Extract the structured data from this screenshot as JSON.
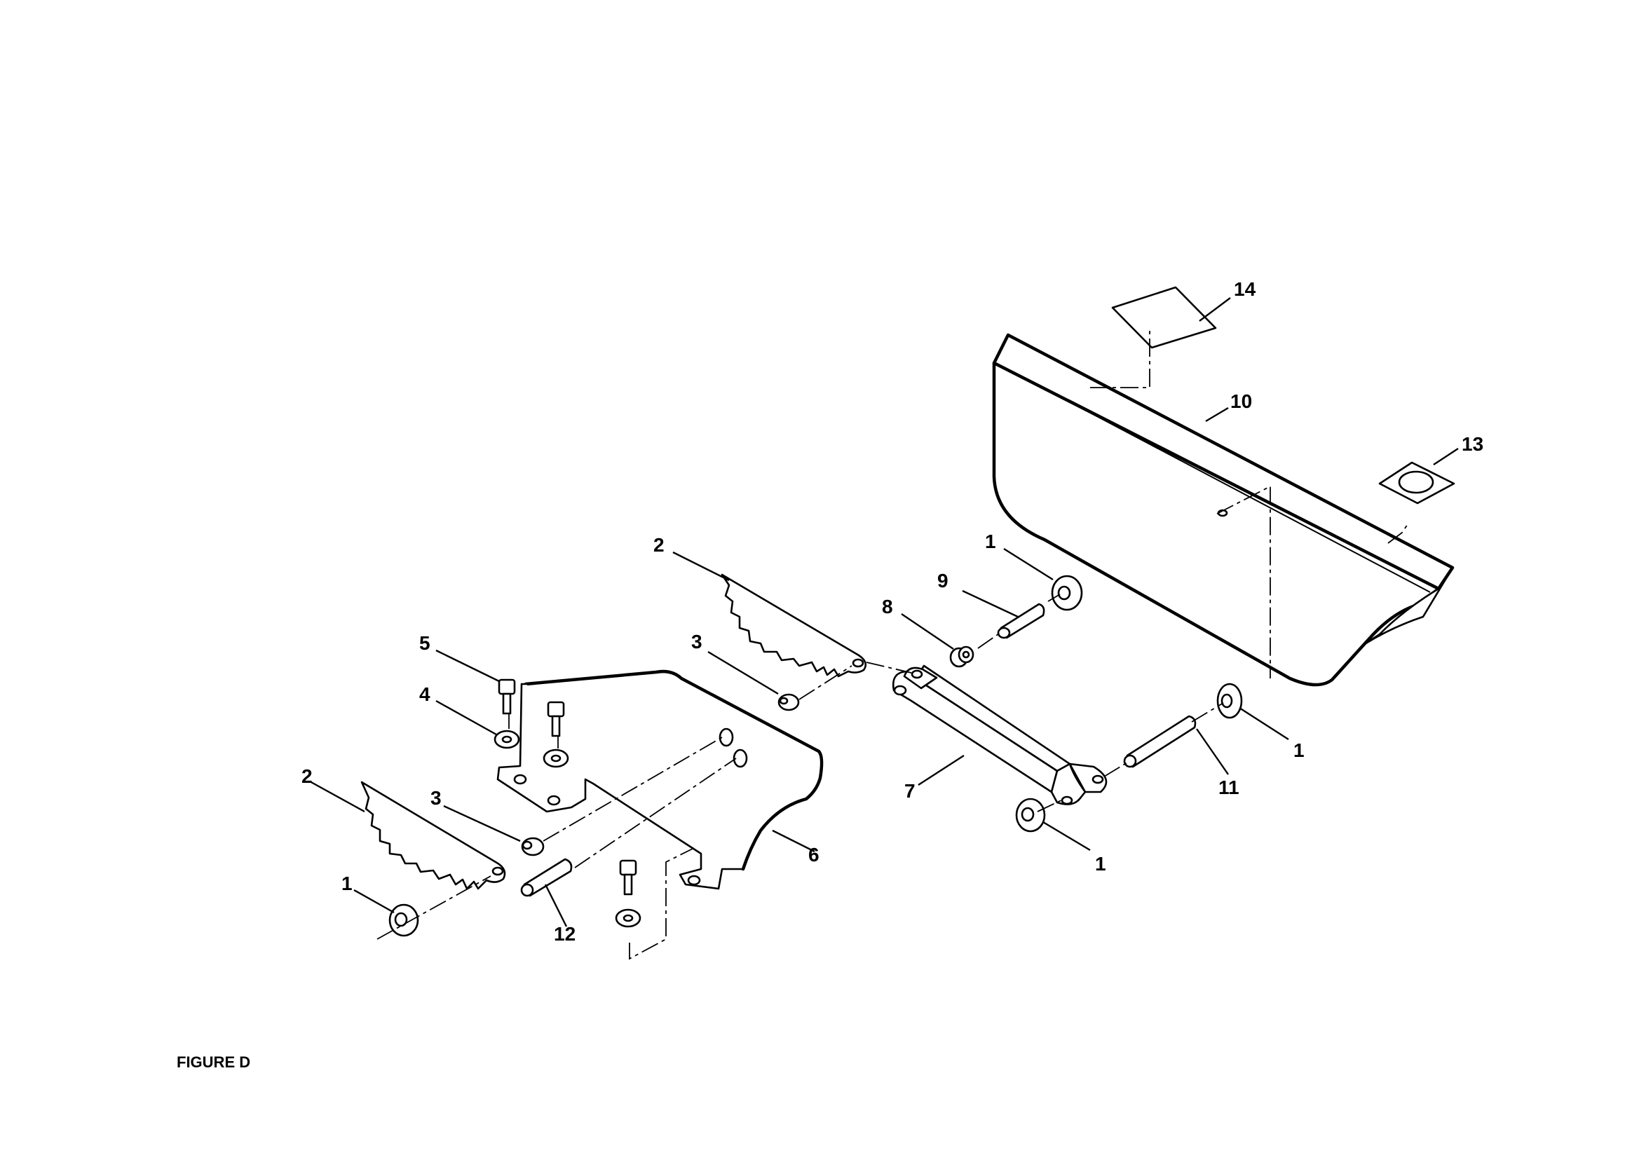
{
  "figure": {
    "caption": "FIGURE D"
  },
  "callouts": [
    {
      "id": "c14",
      "text": "14"
    },
    {
      "id": "c10",
      "text": "10"
    },
    {
      "id": "c13",
      "text": "13"
    },
    {
      "id": "c1a",
      "text": "1"
    },
    {
      "id": "c9",
      "text": "9"
    },
    {
      "id": "c8",
      "text": "8"
    },
    {
      "id": "c2a",
      "text": "2"
    },
    {
      "id": "c3a",
      "text": "3"
    },
    {
      "id": "c5",
      "text": "5"
    },
    {
      "id": "c4",
      "text": "4"
    },
    {
      "id": "c1b",
      "text": "1"
    },
    {
      "id": "c11",
      "text": "11"
    },
    {
      "id": "c7",
      "text": "7"
    },
    {
      "id": "c2b",
      "text": "2"
    },
    {
      "id": "c3b",
      "text": "3"
    },
    {
      "id": "c6",
      "text": "6"
    },
    {
      "id": "c1c",
      "text": "1"
    },
    {
      "id": "c1d",
      "text": "1"
    },
    {
      "id": "c12",
      "text": "12"
    }
  ]
}
